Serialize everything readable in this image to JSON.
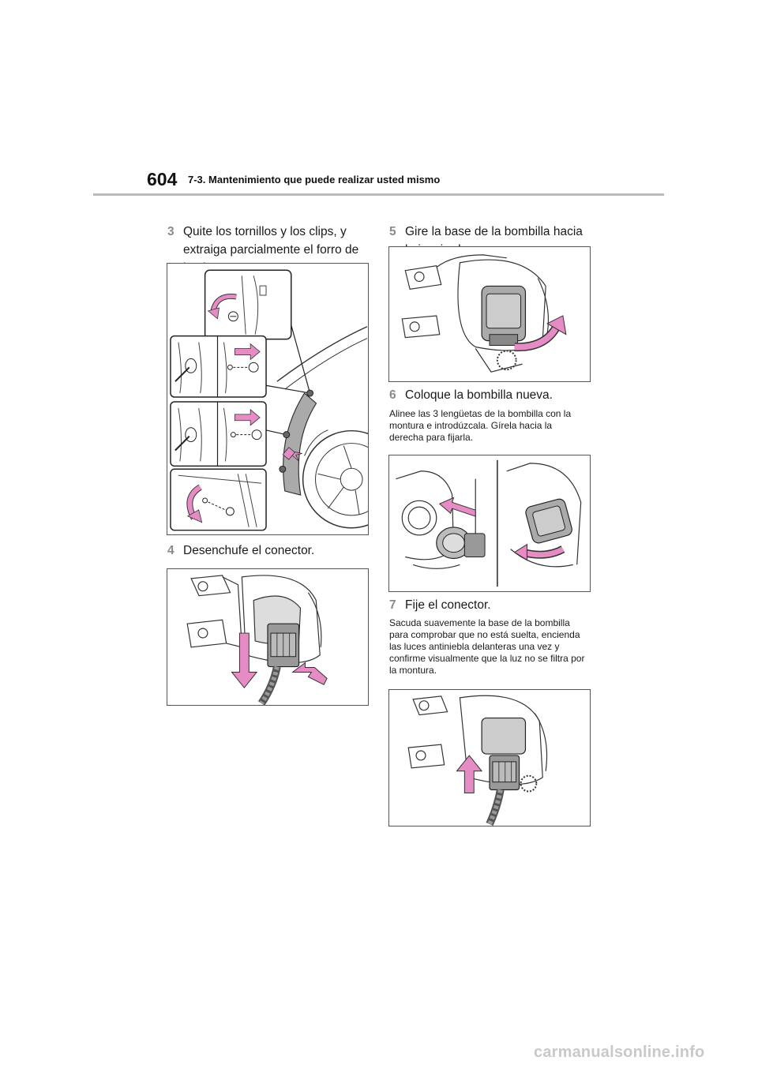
{
  "header": {
    "page_number": "604",
    "section_title": "7-3. Mantenimiento que puede realizar usted mismo"
  },
  "steps": [
    {
      "number": "3",
      "text": "Quite los tornillos y los clips, y extraiga parcialmente el forro de la aleta."
    },
    {
      "number": "4",
      "text": "Desenchufe el conector."
    },
    {
      "number": "5",
      "text": "Gire la base de la bombilla hacia la izquierda."
    },
    {
      "number": "6",
      "text": "Coloque la bombilla nueva."
    },
    {
      "number": "7",
      "text": "Fije el conector."
    }
  ],
  "notes": {
    "step6": "Alinee las 3 lengüetas de la bombilla con la montura e introdúzcala. Gírela hacia la derecha para fijarla.",
    "step7": "Sacuda suavemente la base de la bombilla para comprobar que no está suelta, encienda las luces antiniebla delanteras una vez y confirme visualmente que la luz no se filtra por la montura."
  },
  "figures": {
    "fig_fender": "fender-liner-removal-illustration",
    "fig_unplug": "connector-unplug-illustration",
    "fig_rotate": "bulb-base-rotate-illustration",
    "fig_install": "new-bulb-install-illustration",
    "fig_connect": "connector-attach-illustration"
  },
  "colors": {
    "accent_arrow": "#e58cc4",
    "step_number": "#8a8a8a",
    "rule": "#b9b9b9"
  },
  "watermark": "carmanualsonline.info"
}
